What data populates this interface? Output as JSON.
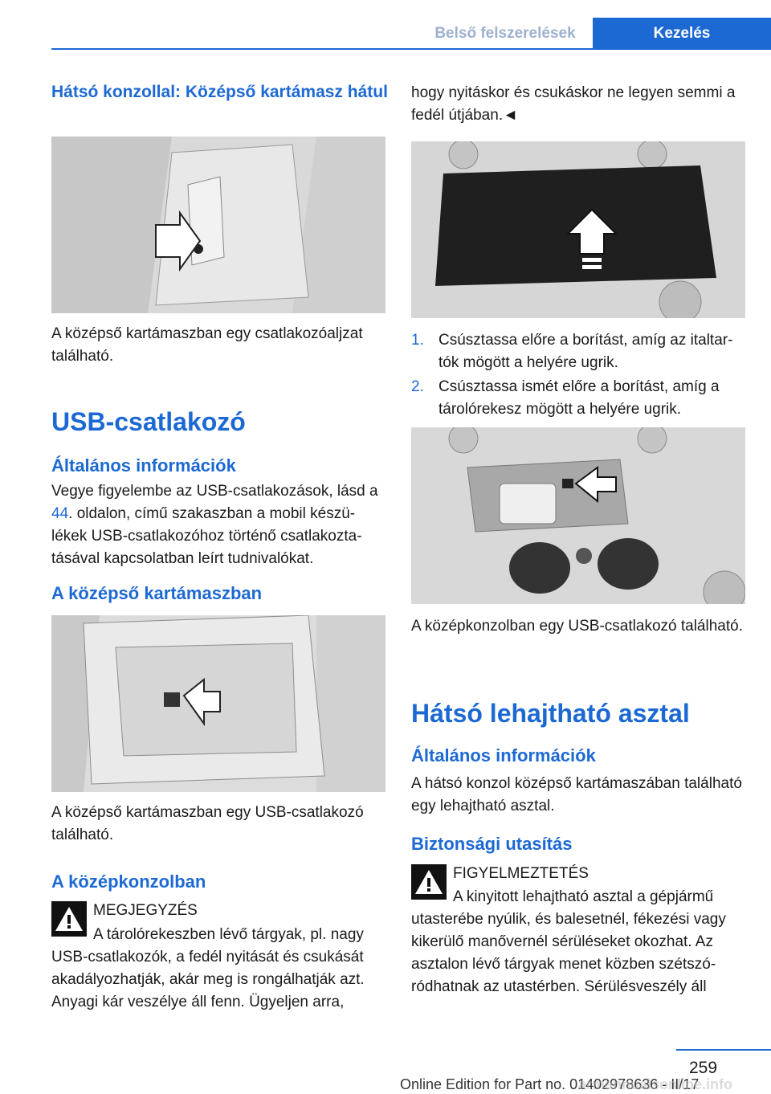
{
  "header": {
    "section_tab": "Belső felszerelések",
    "current_tab": "Kezelés"
  },
  "left": {
    "h_rear_console": "Hátsó konzollal: Középső kartámasz hátul",
    "p_rear_console": "A középső kartámaszban egy csatlakozóaljzat található.",
    "h_usb": "USB-csatlakozó",
    "h_general": "Általános információk",
    "p_general_1": "Vegye figyelembe az USB-csatlakozások, lásd a ",
    "p_general_link": "44",
    "p_general_2": ". oldalon, című szakaszban a mobil készü­lékek USB-csatlakozóhoz történő csatlakozta­tásával kapcsolatban leírt tudnivalókat.",
    "h_armrest": "A középső kartámaszban",
    "p_armrest": "A középső kartámaszban egy USB-csatlakozó található.",
    "h_center_console": "A középkonzolban",
    "notice_label": "MEGJEGYZÉS",
    "notice_text": "A tárolórekeszben lévő tárgyak, pl. nagy USB-csatlakozók, a fedél nyitását és csukását akadályozhatják, akár meg is rongálhatják azt. Anyagi kár veszélye áll fenn. Ügyeljen arra,"
  },
  "right": {
    "p_continue": "hogy nyitáskor és csukáskor ne legyen semmi a fedél útjában.◄",
    "steps": [
      {
        "num": "1.",
        "text": "Csúsztassa előre a borítást, amíg az italtar­tók mögött a helyére ugrik."
      },
      {
        "num": "2.",
        "text": "Csúsztassa ismét előre a borítást, amíg a tárolórekesz mögött a helyére ugrik."
      }
    ],
    "p_center_usb": "A középkonzolban egy USB-csatlakozó talál­ható.",
    "h_table": "Hátsó lehajtható asztal",
    "h_general": "Általános információk",
    "p_table": "A hátsó konzol középső kartámaszában talál­ható egy lehajtható asztal.",
    "h_safety": "Biztonsági utasítás",
    "warning_label": "FIGYELMEZTETÉS",
    "warning_text": "A kinyitott lehajtható asztal a gépjármű utasterébe nyúlik, és balesetnél, fékezési vagy kikerülő manővernél sérüléseket okozhat. Az asztalon lévő tárgyak menet közben szétszó­ródhatnak az utastérben. Sérülésveszély áll"
  },
  "footer": {
    "page_number": "259",
    "edition": "Online Edition for Part no. 01402978636 - II/17",
    "watermark": "armannualsonline.info"
  },
  "colors": {
    "accent": "#1c69d4"
  }
}
